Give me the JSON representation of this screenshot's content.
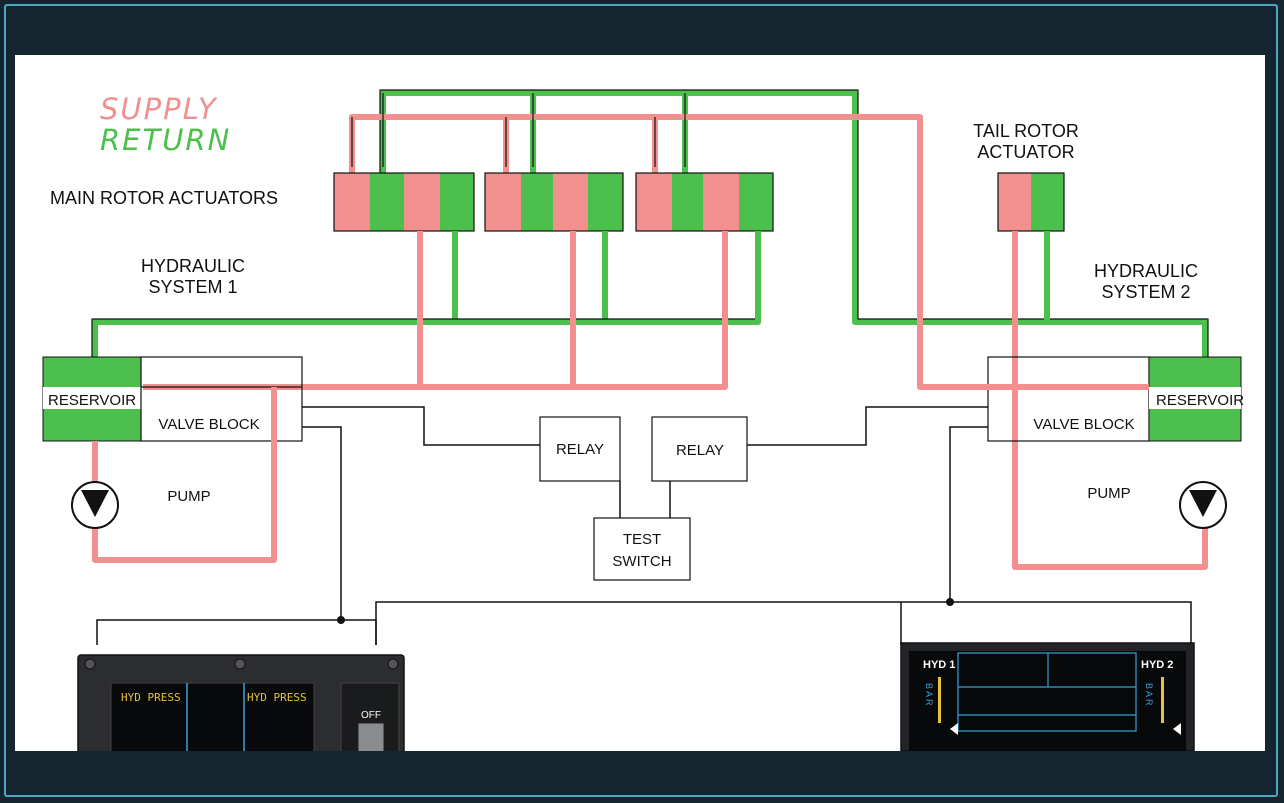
{
  "legend": {
    "supply": "SUPPLY",
    "return": "RETURN",
    "supply_color": "#f28f8f",
    "return_color": "#4cbf4c"
  },
  "labels": {
    "main_rotor_actuators": "MAIN ROTOR ACTUATORS",
    "tail_rotor_line1": "TAIL ROTOR",
    "tail_rotor_line2": "ACTUATOR",
    "sys1_line1": "HYDRAULIC",
    "sys1_line2": "SYSTEM 1",
    "sys2_line1": "HYDRAULIC",
    "sys2_line2": "SYSTEM 2",
    "reservoir_left": "RESERVOIR",
    "reservoir_right": "RESERVOIR",
    "valve_block_left": "VALVE BLOCK",
    "valve_block_right": "VALVE BLOCK",
    "pump_left": "PUMP",
    "pump_right": "PUMP",
    "relay_left": "RELAY",
    "relay_right": "RELAY",
    "test_switch_line1": "TEST",
    "test_switch_line2": "SWITCH"
  },
  "left_panel": {
    "caption1": "HYD PRESS",
    "caption2": "HYD PRESS",
    "button": "OFF"
  },
  "right_panel": {
    "hyd1": "HYD 1",
    "hyd2": "HYD 2",
    "bar1": "B A R",
    "bar2": "B A R"
  }
}
